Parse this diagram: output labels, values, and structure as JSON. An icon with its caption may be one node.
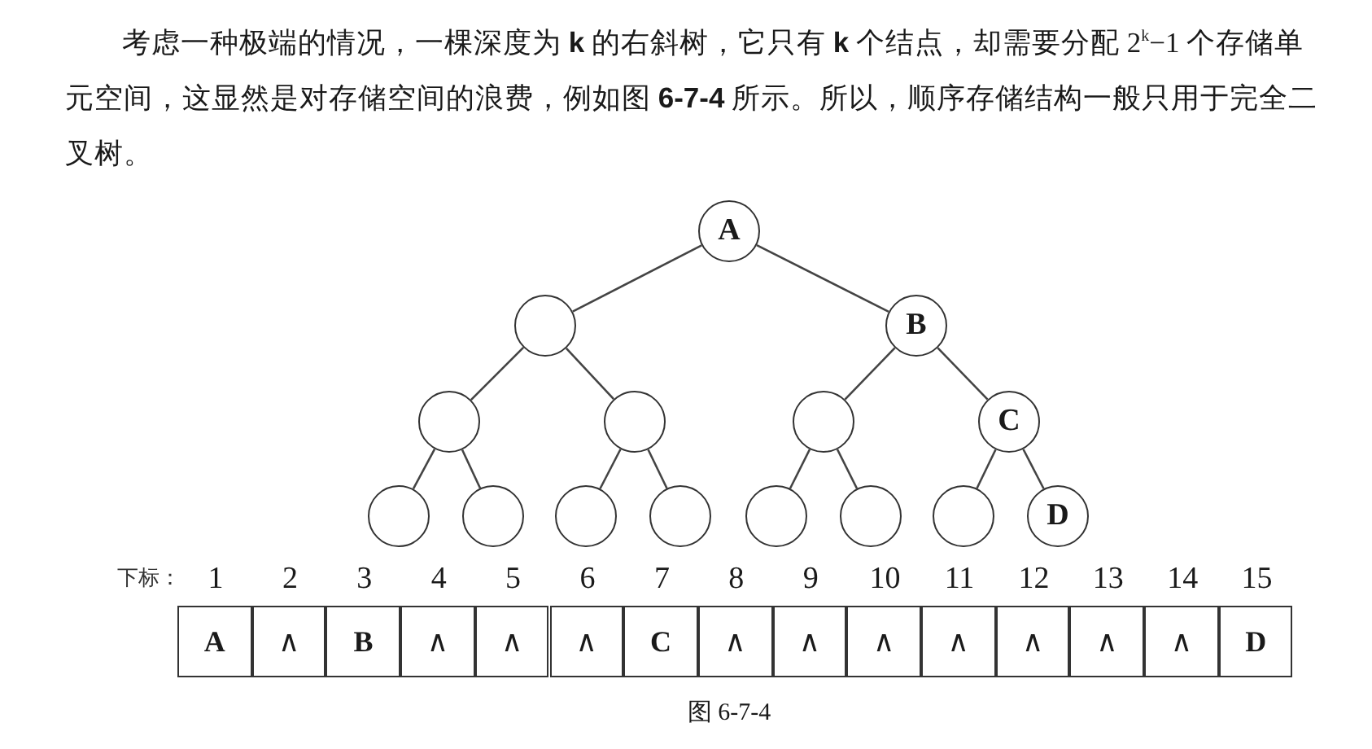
{
  "diagram": {
    "caption": "图 6-7-4",
    "nodes": [
      {
        "text": [
          "A"
        ]
      },
      {
        "text": [],
        "shape": "circle"
      },
      {
        "text": [
          "B"
        ]
      },
      {
        "text": [],
        "shape": "circle"
      },
      {
        "text": [],
        "shape": "circle"
      },
      {
        "text": [],
        "shape": "circle"
      },
      {
        "text": [
          "C"
        ]
      },
      {
        "text": [],
        "shape": "circle"
      },
      {
        "text": [],
        "shape": "circle"
      },
      {
        "text": [],
        "shape": "circle"
      },
      {
        "text": [],
        "shape": "circle"
      },
      {
        "text": [],
        "shape": "circle"
      },
      {
        "text": [],
        "shape": "circle"
      },
      {
        "text": [],
        "shape": "circle"
      },
      {
        "text": [
          "D"
        ]
      }
    ],
    "edges": [
      {
        "from": 0,
        "to": 1,
        "arrow": "none"
      },
      {
        "from": 0,
        "to": 2,
        "arrow": "none"
      },
      {
        "from": 1,
        "to": 3,
        "arrow": "none"
      },
      {
        "from": 1,
        "to": 4,
        "arrow": "none"
      },
      {
        "from": 2,
        "to": 5,
        "arrow": "none"
      },
      {
        "from": 2,
        "to": 6,
        "arrow": "none"
      },
      {
        "from": 3,
        "to": 7,
        "arrow": "none"
      },
      {
        "from": 3,
        "to": 8,
        "arrow": "none"
      },
      {
        "from": 4,
        "to": 9,
        "arrow": "none"
      },
      {
        "from": 4,
        "to": 10,
        "arrow": "none"
      },
      {
        "from": 5,
        "to": 11,
        "arrow": "none"
      },
      {
        "from": 5,
        "to": 12,
        "arrow": "none"
      },
      {
        "from": 6,
        "to": 13,
        "arrow": "none"
      },
      {
        "from": 6,
        "to": 14,
        "arrow": "none"
      }
    ],
    "labels": [
      "考虑一种极端的情况，一棵深度为 **k** 的右斜树，它只有 **k** 个结点，却需要分配 2$^{k}$−1 个存储单元空间，这显然是对存储空间的浪费，例如图 **6-7-4** 所示。所以，顺序存储结构一般只用于完全二叉树。",
      "下标：",
      "1",
      "2",
      "3",
      "4",
      "5",
      "6",
      "7",
      "8",
      "9",
      "10",
      "11",
      "12",
      "13",
      "14",
      "15",
      "A",
      "∧",
      "B",
      "∧",
      "∧",
      "∧",
      "C",
      "∧",
      "∧",
      "∧",
      "∧",
      "∧",
      "∧",
      "∧",
      "D"
    ]
  }
}
